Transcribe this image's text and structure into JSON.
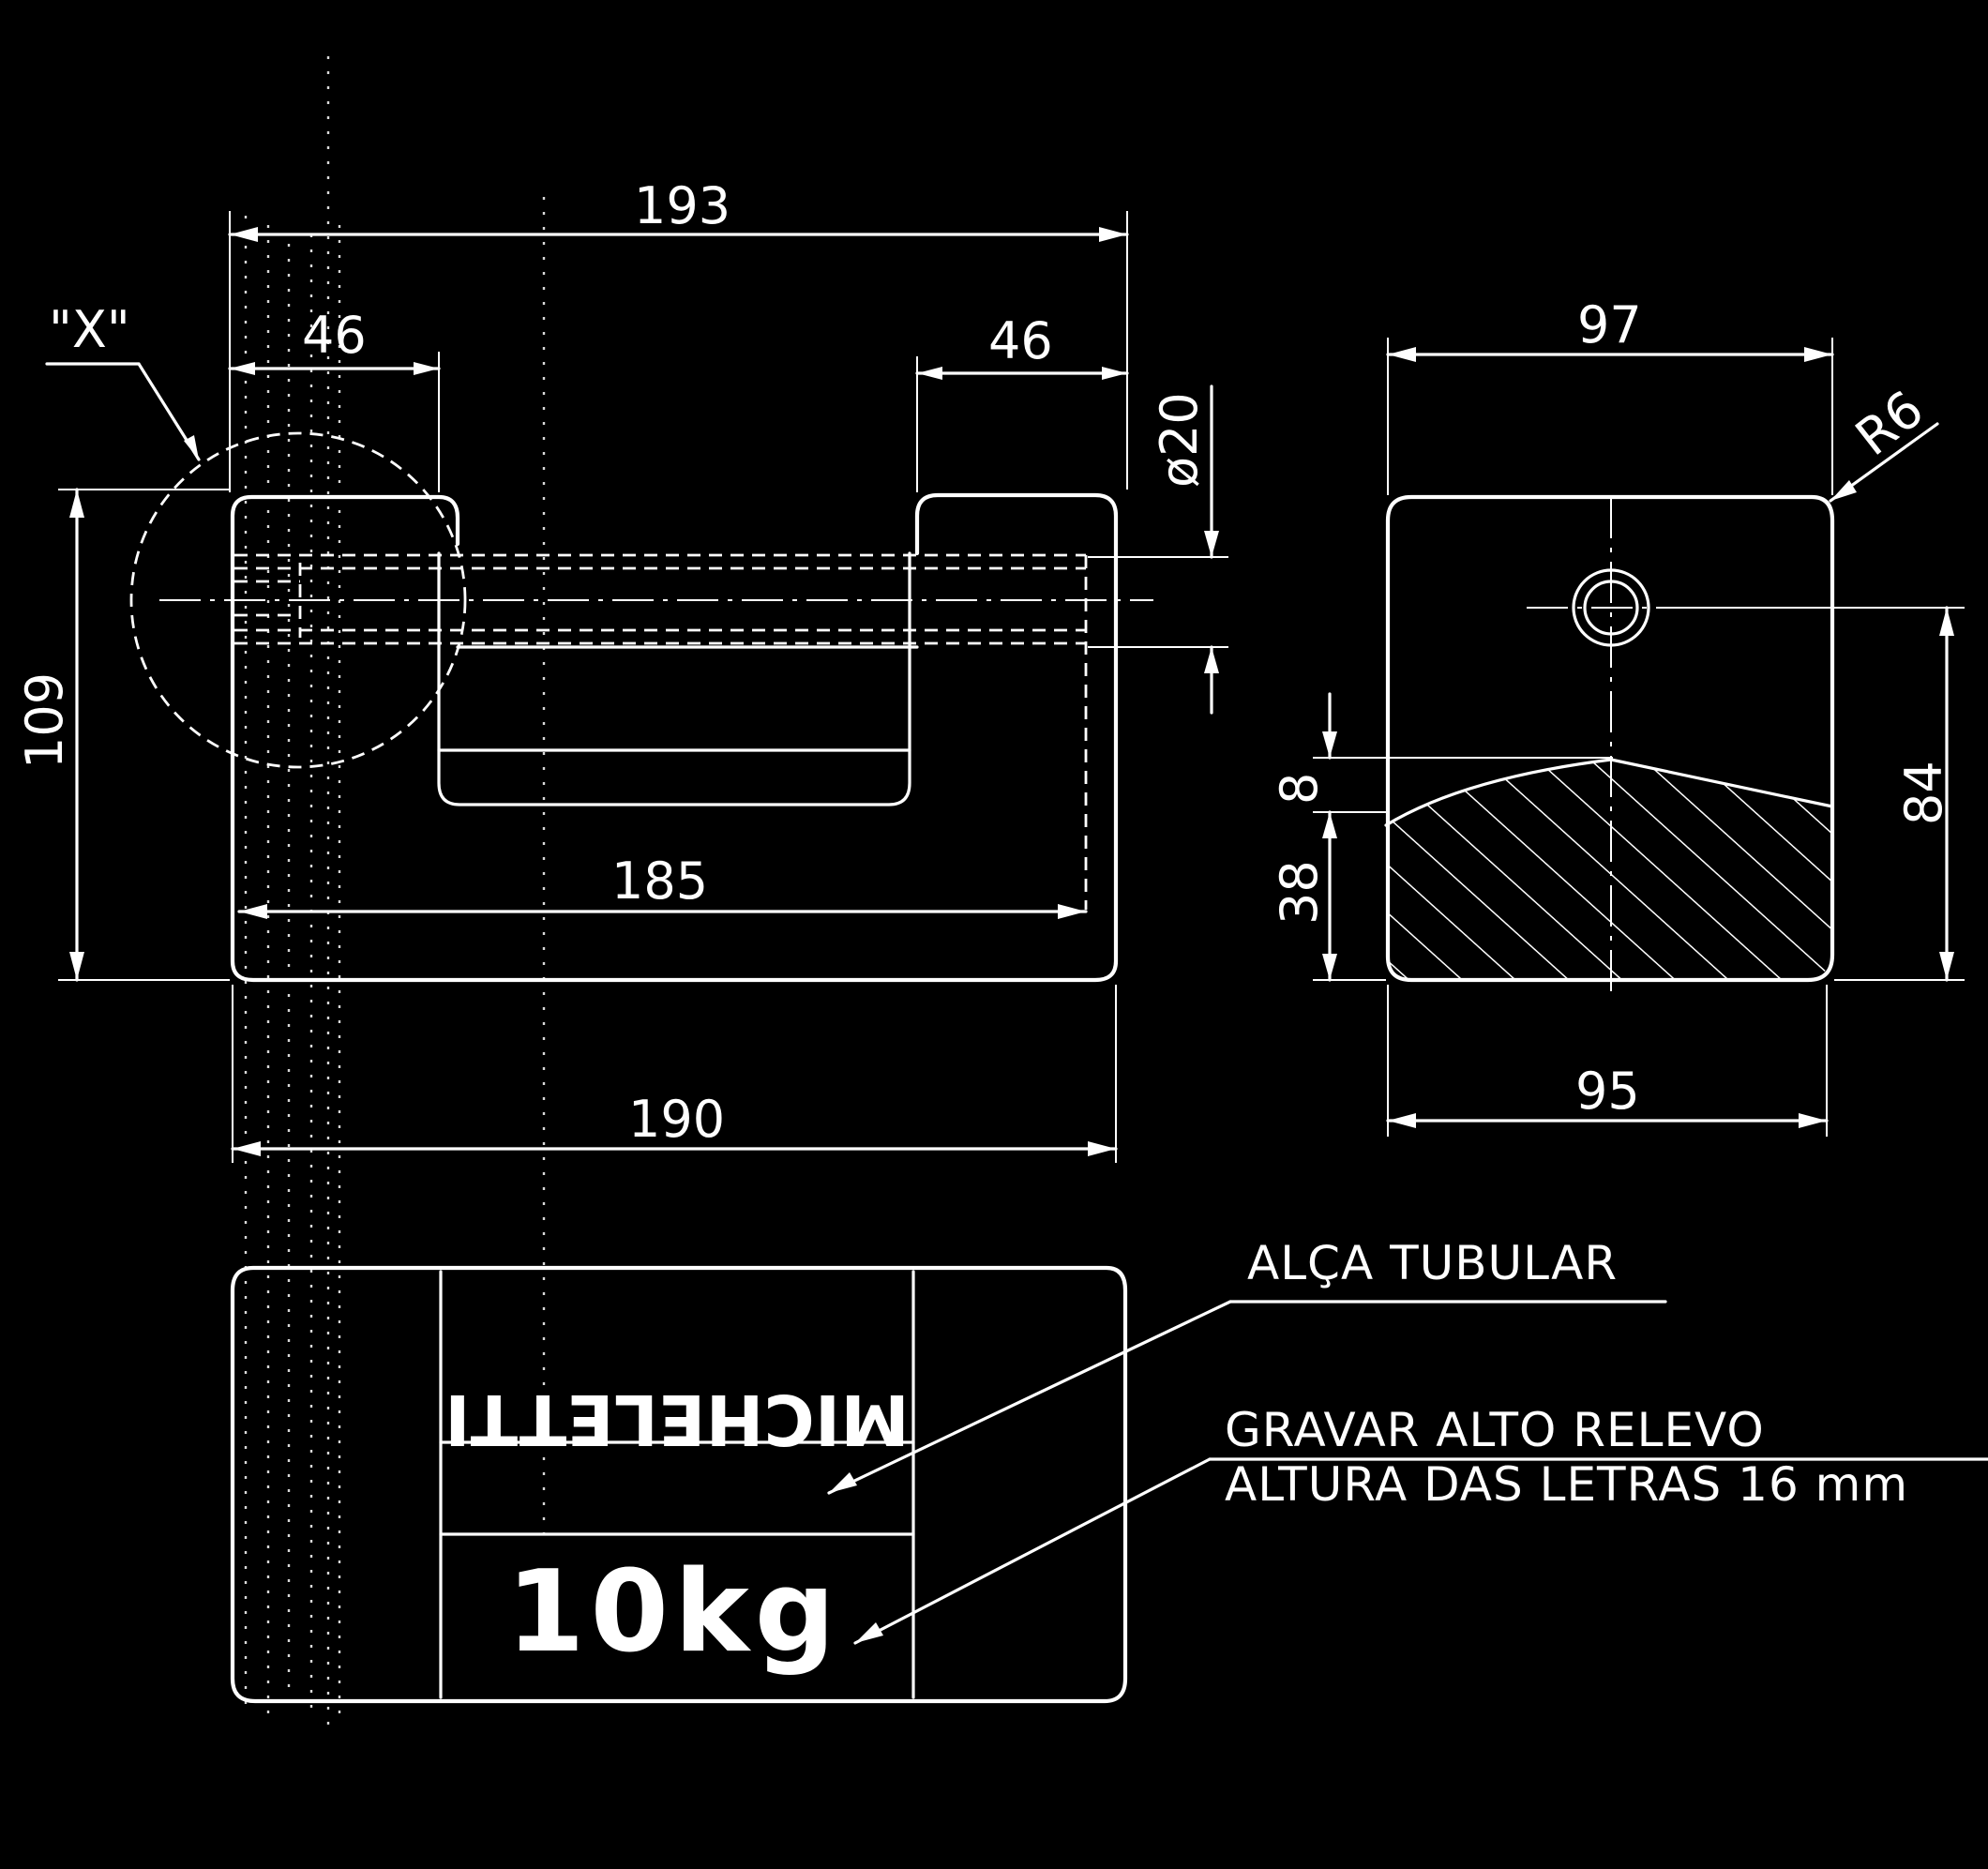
{
  "colors": {
    "background": "#000000",
    "ink": "#ffffff"
  },
  "front_view": {
    "detail_label": "\"X\"",
    "dim_overall_top": "193",
    "dim_handle_left": "46",
    "dim_handle_right": "46",
    "dim_height": "109",
    "dim_inner_length": "185",
    "dim_base_length": "190",
    "dim_handle_diameter": "ø20"
  },
  "side_view": {
    "dim_top_width": "97",
    "dim_radius": "R6",
    "dim_section_step": "8",
    "dim_section_height": "38",
    "dim_handle_height": "84",
    "dim_bottom_width": "95"
  },
  "top_view": {
    "brand_mirrored": "MICHELETTI",
    "weight_label": "10kg"
  },
  "notes": {
    "handle_callout": "ALÇA TUBULAR",
    "engrave_line1": "GRAVAR  ALTO  RELEVO",
    "engrave_line2": "ALTURA  DAS  LETRAS  16  mm"
  }
}
